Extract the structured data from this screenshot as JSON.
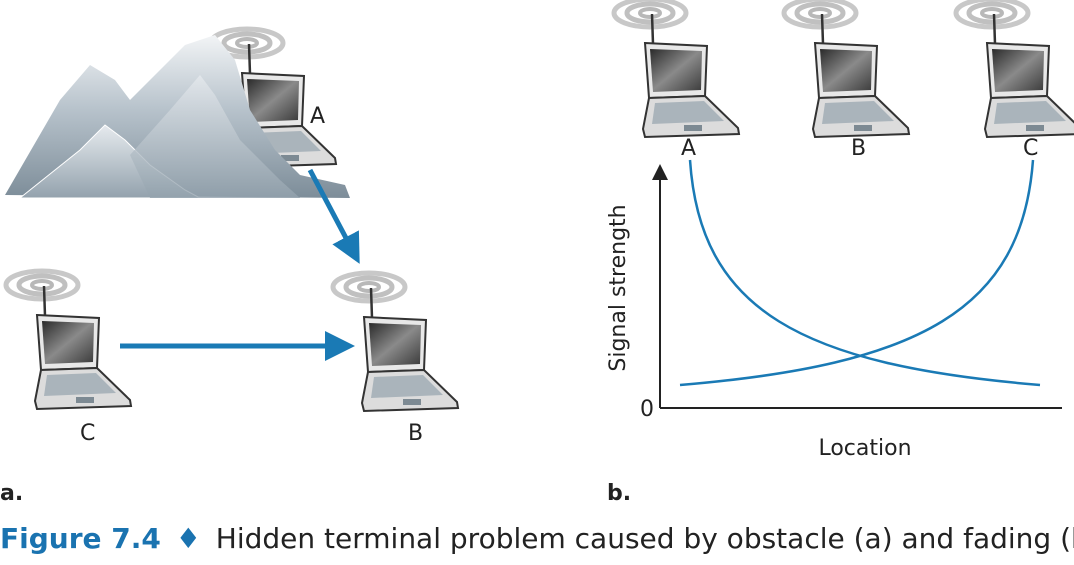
{
  "panel_a": {
    "label": "a.",
    "nodes": {
      "a": "A",
      "b": "B",
      "c": "C"
    }
  },
  "panel_b": {
    "label": "b.",
    "nodes": {
      "a": "A",
      "b": "B",
      "c": "C"
    },
    "y_axis_label": "Signal strength",
    "x_axis_label": "Location",
    "origin_label": "0"
  },
  "caption": {
    "figure": "Figure 7.4",
    "separator": "♦",
    "text": "Hidden terminal problem caused by obstacle (a) and fading (b)"
  },
  "colors": {
    "accent": "#1a7ab5",
    "caption": "#1a73b0"
  }
}
